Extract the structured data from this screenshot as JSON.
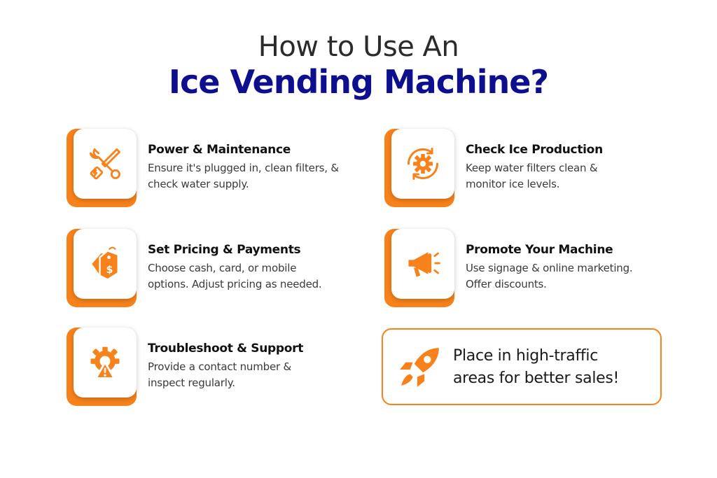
{
  "header": {
    "line1": "How to Use An",
    "line2": "Ice Vending Machine?"
  },
  "colors": {
    "accent": "#f7821b",
    "title_blue": "#0d0f8f",
    "text": "#3a3a3a"
  },
  "cards": [
    {
      "icon": "tools-icon",
      "title": "Power & Maintenance",
      "desc_lines": [
        "Ensure it's plugged in, clean filters, &",
        "check water supply."
      ]
    },
    {
      "icon": "gear-cycle-icon",
      "title": "Check Ice Production",
      "desc_lines": [
        "Keep water filters clean &",
        "monitor ice levels."
      ]
    },
    {
      "icon": "price-tag-icon",
      "title": "Set Pricing & Payments",
      "desc_lines": [
        "Choose cash, card, or mobile",
        "options. Adjust pricing as needed."
      ]
    },
    {
      "icon": "megaphone-icon",
      "title": "Promote Your Machine",
      "desc_lines": [
        "Use signage & online marketing.",
        "Offer discounts."
      ]
    },
    {
      "icon": "gear-warning-icon",
      "title": "Troubleshoot & Support",
      "desc_lines": [
        "Provide a contact number &",
        "inspect regularly."
      ]
    }
  ],
  "tip": {
    "icon": "rocket-icon",
    "lines": [
      "Place in high-traffic",
      "areas for better sales!"
    ]
  }
}
